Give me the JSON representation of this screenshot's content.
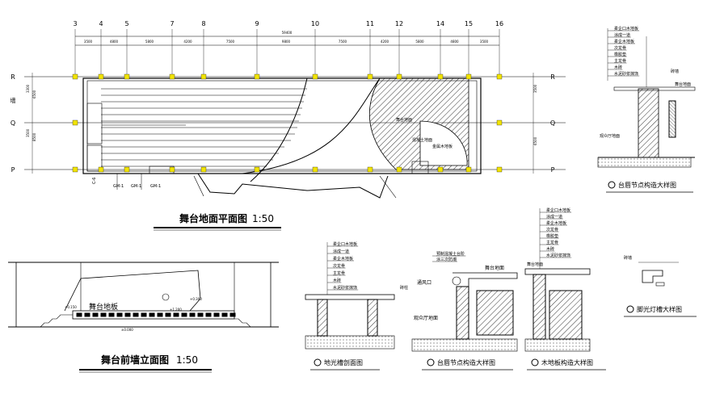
{
  "plan": {
    "grid_top": [
      "3",
      "4",
      "5",
      "7",
      "8",
      "9",
      "10",
      "11",
      "12",
      "14",
      "15",
      "16"
    ],
    "dims_top": [
      "3500",
      "4800",
      "5800",
      "4200",
      "7500",
      "9800",
      "7500",
      "4200",
      "5800",
      "4800",
      "3500"
    ],
    "total_dim": "59400",
    "grid_left": [
      "R",
      "Q",
      "P"
    ],
    "grid_left_mid": "墙",
    "dims_left": [
      "3300",
      "3500",
      "6500",
      "8500"
    ],
    "dims_right": [
      "3500",
      "6500"
    ],
    "labels_in_plan": [
      "舞台地面",
      "混凝土地面",
      "金属木地板"
    ],
    "door_tags": [
      "GM-1",
      "GM-1",
      "GM-1"
    ],
    "bottom_tag": "C-6",
    "title": "舞台地面平面图",
    "scale": "1:50"
  },
  "elevation": {
    "label": "舞台地板",
    "dims": [
      "+1.200",
      "±0.000",
      "+0.300",
      "+0.150"
    ],
    "title": "舞台前墙立面图",
    "scale": "1:50"
  },
  "detail_top": {
    "layers": [
      "柔企口木地板",
      "涂成一道",
      "柔企木地板",
      "次龙骨",
      "橡胶垫",
      "主龙骨",
      "木砖",
      "水泥砂浆抹饰"
    ],
    "labels": [
      "舞台地面",
      "观众厅地面",
      "砖墙"
    ],
    "title": "台唇节点构造大样图"
  },
  "detail_a": {
    "layers": [
      "柔企口木地板",
      "涂成一道",
      "柔企木地板",
      "次龙骨",
      "主龙骨",
      "木砖",
      "水泥砂浆抹饰"
    ],
    "side": "砖柱",
    "title": "地光槽剖面图"
  },
  "detail_b": {
    "layers": [
      "预制混凝土台阶",
      "涂三次防潮"
    ],
    "labels": [
      "舞台地面",
      "通风口",
      "观众厅地面"
    ],
    "title": "台唇节点构造大样图"
  },
  "detail_c": {
    "layers": [
      "柔企口木地板",
      "涂成一道",
      "柔企木地板",
      "次龙骨",
      "橡胶垫",
      "主龙骨",
      "木砖",
      "水泥砂浆抹饰"
    ],
    "labels": [
      "舞台地面",
      "砖墙"
    ],
    "title": "木地板构造大样图"
  },
  "detail_d": {
    "title": "脚光灯槽大样图"
  }
}
